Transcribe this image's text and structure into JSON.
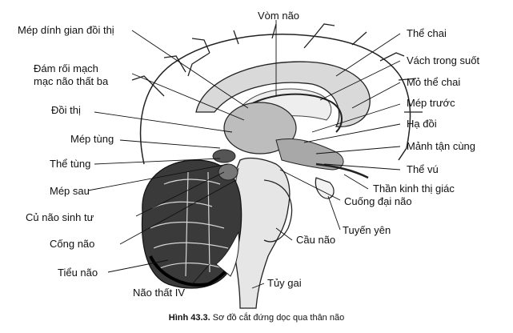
{
  "labels": {
    "vom_nao": "Vòm não",
    "mep_dinh_gian_doi_thi": "Mép dính gian đồi thị",
    "dam_roi_line1": "Đám rối mạch",
    "dam_roi_line2": "mạc não thất ba",
    "doi_thi": "Đồi thị",
    "mep_tung": "Mép tùng",
    "the_tung": "Thể tùng",
    "mep_sau": "Mép sau",
    "cu_nao_sinh_tu": "Củ não sinh tư",
    "cong_nao": "Cống não",
    "tieu_nao": "Tiểu não",
    "nao_that_iv": "Não thất IV",
    "the_chai": "Thể chai",
    "vach_trong_suot": "Vách trong suốt",
    "mo_the_chai": "Mỏ thể chai",
    "mep_truoc": "Mép trước",
    "ha_doi": "Hạ đồi",
    "manh_tan_cung": "Mảnh tận cùng",
    "the_vu": "Thể vú",
    "than_kinh_thi_giac": "Thần kinh thị giác",
    "cuong_dai_nao": "Cuống đại não",
    "tuyen_yen": "Tuyến yên",
    "cau_nao": "Cầu não",
    "tuy_gai": "Tủy gai"
  },
  "caption": {
    "number": "Hình 43.3.",
    "text": " Sơ đồ cắt đứng dọc qua thân não"
  }
}
